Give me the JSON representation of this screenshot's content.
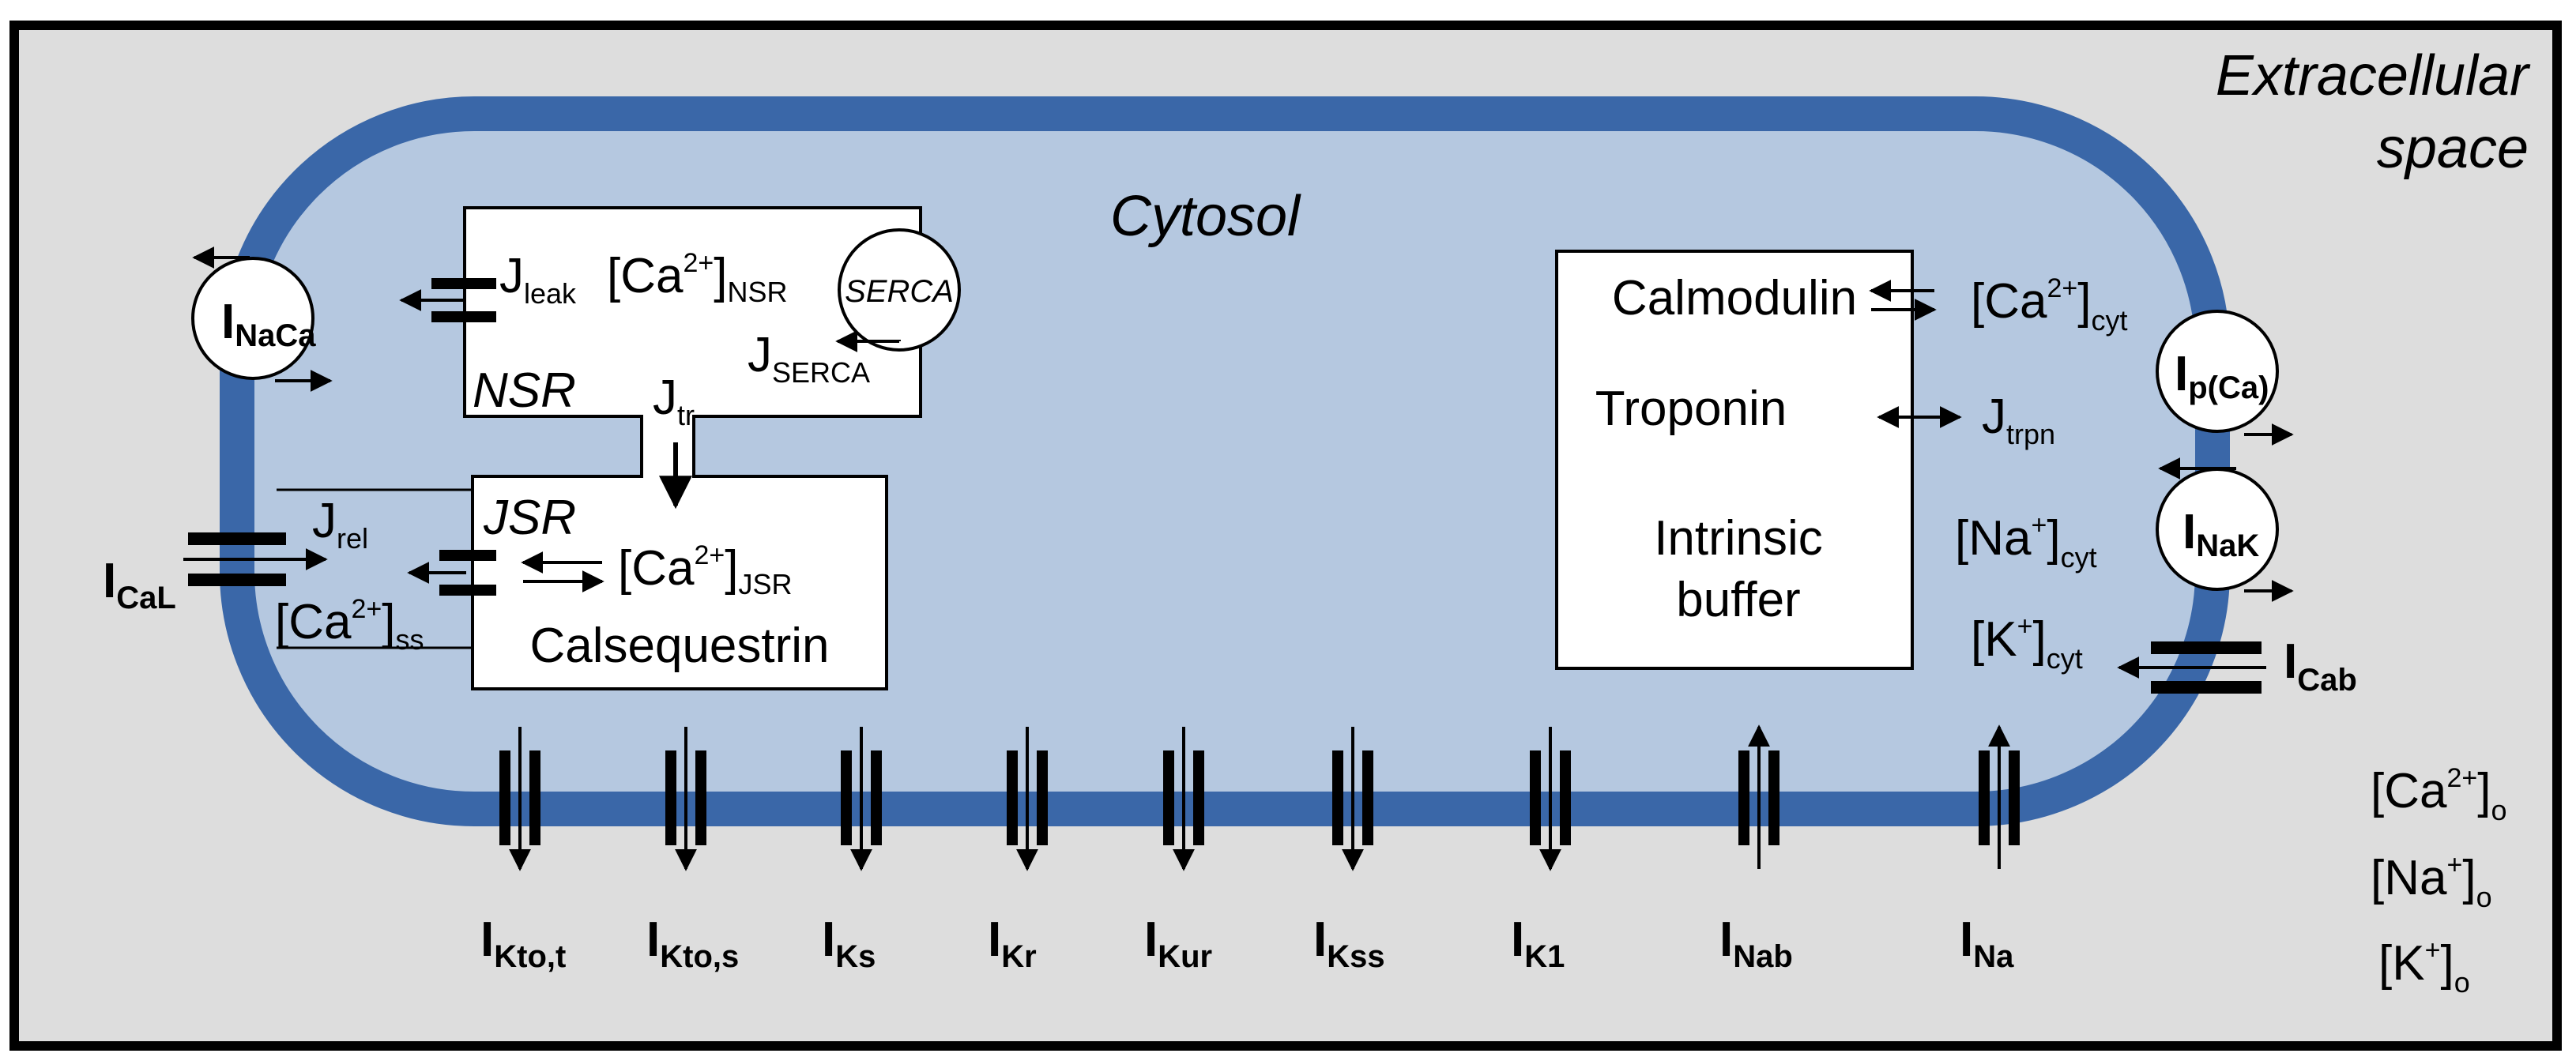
{
  "regions": {
    "extracellular_line1": "Extracellular",
    "extracellular_line2": "space",
    "cytosol": "Cytosol",
    "nsr": "NSR",
    "jsr": "JSR"
  },
  "nsr_box": {
    "conc_open": "[Ca",
    "conc_sup": "2+",
    "conc_close": "]",
    "conc_sub": "NSR",
    "jleak_main": "J",
    "jleak_sub": "leak",
    "serca": "SERCA",
    "jserca_main": "J",
    "jserca_sub": "SERCA"
  },
  "jtr": {
    "main": "J",
    "sub": "tr"
  },
  "jsr_box": {
    "conc_open": "[Ca",
    "conc_sup": "2+",
    "conc_close": "]",
    "conc_sub": "JSR",
    "calsequestrin": "Calsequestrin"
  },
  "jrel": {
    "main": "J",
    "sub": "rel"
  },
  "ca_ss": {
    "open": "[Ca",
    "sup": "2+",
    "close": "]",
    "sub": "ss"
  },
  "buffers": {
    "calmodulin": "Calmodulin",
    "troponin": "Troponin",
    "intrinsic_line1": "Intrinsic",
    "intrinsic_line2": "buffer"
  },
  "cytosolic": {
    "ca_open": "[Ca",
    "ca_sup": "2+",
    "ca_close": "]",
    "ca_sub": "cyt",
    "jtrpn_main": "J",
    "jtrpn_sub": "trpn",
    "na_open": "[Na",
    "na_sup": "+",
    "na_close": "]",
    "na_sub": "cyt",
    "k_open": "[K",
    "k_sup": "+",
    "k_close": "]",
    "k_sub": "cyt"
  },
  "extracellular_conc": {
    "ca_open": "[Ca",
    "ca_sup": "2+",
    "ca_close": "]",
    "ca_sub": "o",
    "na_open": "[Na",
    "na_sup": "+",
    "na_close": "]",
    "na_sub": "o",
    "k_open": "[K",
    "k_sup": "+",
    "k_close": "]",
    "k_sub": "o"
  },
  "currents": {
    "naca": {
      "main": "I",
      "sub": "NaCa"
    },
    "cal": {
      "main": "I",
      "sub": "CaL"
    },
    "pca": {
      "main": "I",
      "sub": "p(Ca)"
    },
    "nak": {
      "main": "I",
      "sub": "NaK"
    },
    "cab": {
      "main": "I",
      "sub": "Cab"
    },
    "bottom": [
      {
        "main": "I",
        "sub": "Kto,t",
        "direction": "out"
      },
      {
        "main": "I",
        "sub": "Kto,s",
        "direction": "out"
      },
      {
        "main": "I",
        "sub": "Ks",
        "direction": "out"
      },
      {
        "main": "I",
        "sub": "Kr",
        "direction": "out"
      },
      {
        "main": "I",
        "sub": "Kur",
        "direction": "out"
      },
      {
        "main": "I",
        "sub": "Kss",
        "direction": "out"
      },
      {
        "main": "I",
        "sub": "K1",
        "direction": "out"
      },
      {
        "main": "I",
        "sub": "Nab",
        "direction": "in"
      },
      {
        "main": "I",
        "sub": "Na",
        "direction": "in"
      }
    ]
  },
  "colors": {
    "extracellular": "#dddddd",
    "cytosol": "#b5c8e0",
    "membrane": "#3a67a8",
    "box": "#ffffff",
    "ink": "#000000"
  }
}
